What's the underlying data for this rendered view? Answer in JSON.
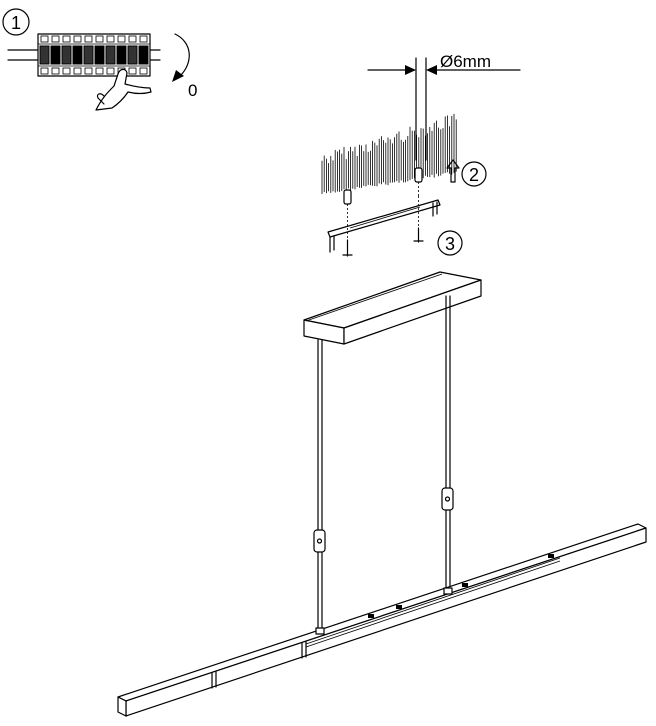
{
  "steps": {
    "step1_number": "1",
    "step2_number": "2",
    "step3_number": "3"
  },
  "breaker": {
    "off_label": "0"
  },
  "drill": {
    "diameter_label": "Ø6mm"
  },
  "colors": {
    "line": "#000000",
    "background": "#ffffff",
    "ceiling_hatch": "#000000"
  },
  "icons": [
    "circuit-breaker-icon",
    "hand-icon",
    "rotate-arrow-icon",
    "up-arrow-icon",
    "screw-icon",
    "wall-plug-icon"
  ]
}
